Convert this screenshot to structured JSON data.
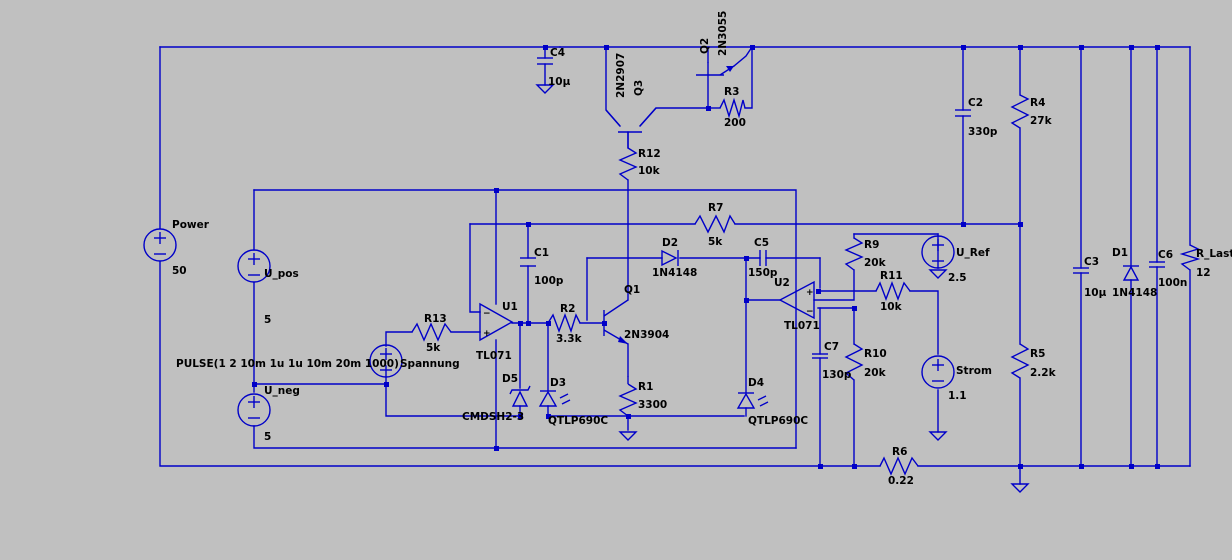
{
  "colors": {
    "background": "#c0c0c0",
    "wire": "#0000c8",
    "text": "#000000"
  },
  "components": {
    "power": {
      "name": "Power",
      "value": "50"
    },
    "u_pos": {
      "name": "U_pos",
      "value": "5"
    },
    "u_neg": {
      "name": "U_neg",
      "value": "5"
    },
    "pulse": {
      "spec": "PULSE(1 2 10m 1u 1u 10m 20m 1000)",
      "name": "Spannung"
    },
    "u_ref": {
      "name": "U_Ref",
      "value": "2.5"
    },
    "strom": {
      "name": "Strom",
      "value": "1.1"
    },
    "r_last": {
      "name": "R_Last",
      "value": "12"
    },
    "c4": {
      "name": "C4",
      "value": "10µ"
    },
    "q2": {
      "name": "Q2",
      "value": "2N3055"
    },
    "q3": {
      "name": "Q3",
      "value": "2N2907"
    },
    "r3": {
      "name": "R3",
      "value": "200"
    },
    "r12": {
      "name": "R12",
      "value": "10k"
    },
    "c2": {
      "name": "C2",
      "value": "330p"
    },
    "r4": {
      "name": "R4",
      "value": "27k"
    },
    "r7": {
      "name": "R7",
      "value": "5k"
    },
    "c1": {
      "name": "C1",
      "value": "100p"
    },
    "d2": {
      "name": "D2",
      "value": "1N4148"
    },
    "c5": {
      "name": "C5",
      "value": "150p"
    },
    "r9": {
      "name": "R9",
      "value": "20k"
    },
    "r11": {
      "name": "R11",
      "value": "10k"
    },
    "u1": {
      "name": "U1",
      "value": "TL071"
    },
    "u2": {
      "name": "U2",
      "value": "TL071"
    },
    "r13": {
      "name": "R13",
      "value": "5k"
    },
    "r2": {
      "name": "R2",
      "value": "3.3k"
    },
    "q1": {
      "name": "Q1",
      "value": "2N3904"
    },
    "c7": {
      "name": "C7",
      "value": "130p"
    },
    "r10": {
      "name": "R10",
      "value": "20k"
    },
    "d5": {
      "name": "D5",
      "value": "CMDSH2-3"
    },
    "d3": {
      "name": "D3",
      "value": "QTLP690C"
    },
    "r1": {
      "name": "R1",
      "value": "3300"
    },
    "d4": {
      "name": "D4",
      "value": "QTLP690C"
    },
    "r5": {
      "name": "R5",
      "value": "2.2k"
    },
    "c3": {
      "name": "C3",
      "value": "10µ"
    },
    "d1": {
      "name": "D1",
      "value": "1N4148"
    },
    "c6": {
      "name": "C6",
      "value": "100n"
    },
    "r6": {
      "name": "R6",
      "value": "0.22"
    }
  }
}
